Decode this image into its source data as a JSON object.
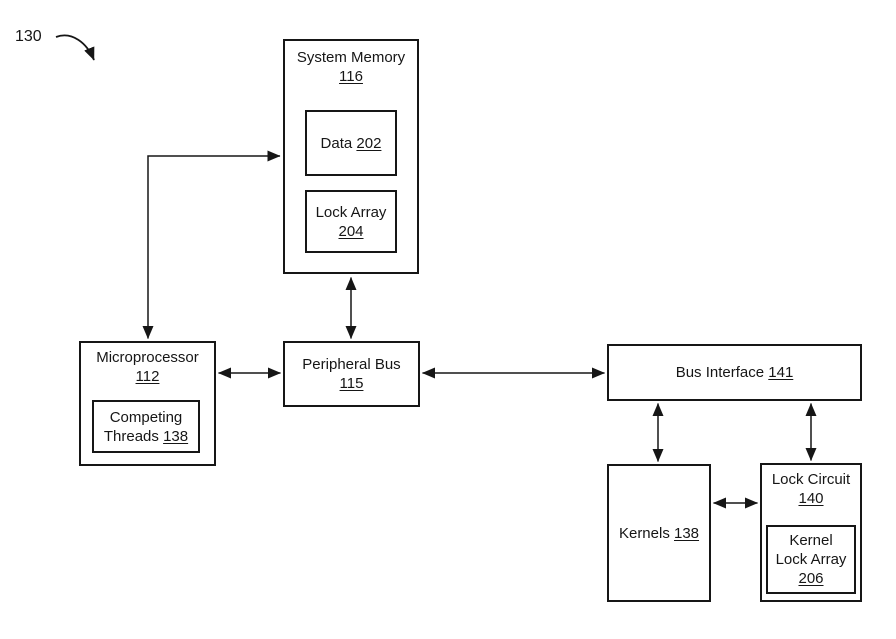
{
  "figure": {
    "reference_label": "130",
    "ink_color": "#161616",
    "background_color": "#ffffff"
  },
  "boxes": {
    "system_memory": {
      "title": "System Memory",
      "ref": "116"
    },
    "data": {
      "title": "Data",
      "ref": "202"
    },
    "lock_array": {
      "title": "Lock Array",
      "ref": "204"
    },
    "microprocessor": {
      "title": "Microprocessor",
      "ref": "112"
    },
    "competing_threads": {
      "line1": "Competing",
      "line2": "Threads",
      "ref": "138"
    },
    "peripheral_bus": {
      "title": "Peripheral Bus",
      "ref": "115"
    },
    "bus_interface": {
      "title": "Bus Interface",
      "ref": "141"
    },
    "kernels": {
      "title": "Kernels",
      "ref": "138"
    },
    "lock_circuit": {
      "title": "Lock Circuit",
      "ref": "140"
    },
    "kernel_lock_array": {
      "line1": "Kernel",
      "line2": "Lock Array",
      "ref": "206"
    }
  },
  "connections": [
    {
      "from": "microprocessor",
      "to": "system_memory",
      "type": "bidirectional-elbow"
    },
    {
      "from": "system_memory",
      "to": "peripheral_bus",
      "type": "bidirectional"
    },
    {
      "from": "microprocessor",
      "to": "peripheral_bus",
      "type": "bidirectional"
    },
    {
      "from": "peripheral_bus",
      "to": "bus_interface",
      "type": "bidirectional"
    },
    {
      "from": "bus_interface",
      "to": "kernels",
      "type": "bidirectional"
    },
    {
      "from": "bus_interface",
      "to": "lock_circuit",
      "type": "bidirectional"
    },
    {
      "from": "kernels",
      "to": "lock_circuit",
      "type": "bidirectional"
    }
  ]
}
